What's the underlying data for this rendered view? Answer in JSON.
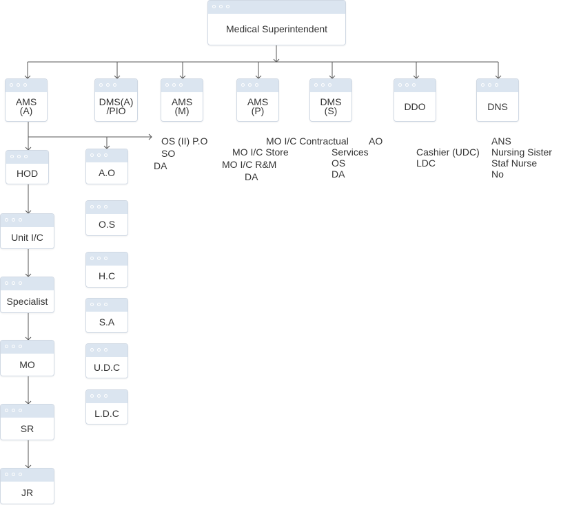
{
  "root": {
    "label": "Medical Superintendent"
  },
  "branches": [
    {
      "label": "AMS\n(A)"
    },
    {
      "label": "DMS(A)\n/PIO"
    },
    {
      "label": "AMS\n(M)"
    },
    {
      "label": "AMS\n(P)"
    },
    {
      "label": "DMS\n(S)"
    },
    {
      "label": "DDO"
    },
    {
      "label": "DNS"
    }
  ],
  "ams_a_chain": [
    "HOD",
    "Unit I/C",
    "Specialist",
    "MO",
    "SR",
    "JR"
  ],
  "ams_a_admin": [
    "A.O",
    "O.S",
    "H.C",
    "S.A",
    "U.D.C",
    "L.D.C"
  ],
  "dms_a_staff": [
    "OS (II) P.O",
    "SO",
    "DA"
  ],
  "ams_m_staff": [
    "MO I/C Contractual",
    "MO I/C Store",
    "MO I/C R&M",
    "DA"
  ],
  "dms_s_staff": [
    "AO",
    "Services",
    "OS",
    "DA"
  ],
  "ddo_staff": [
    "Cashier (UDC)",
    "LDC"
  ],
  "dns_staff": [
    "ANS",
    "Nursing Sister",
    "Staf Nurse",
    "No"
  ]
}
